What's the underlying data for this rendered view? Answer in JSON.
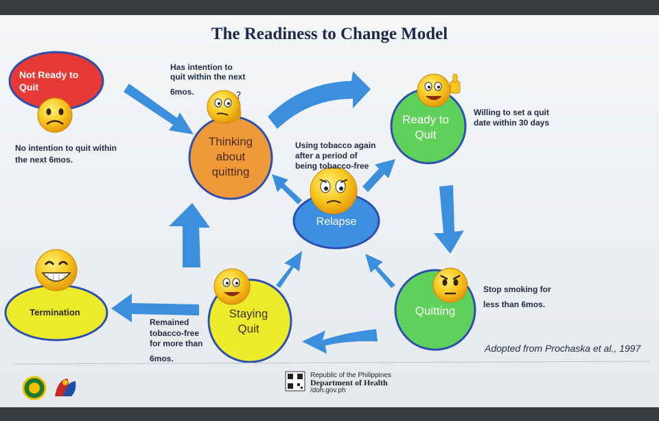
{
  "title": "The Readiness to Change Model",
  "stages": {
    "not_ready": "Not Ready to Quit",
    "thinking": "Thinking about quitting",
    "ready": "Ready to Quit",
    "quitting": "Quitting",
    "staying": "Staying Quit",
    "termination": "Termination",
    "relapse": "Relapse"
  },
  "descriptions": {
    "not_ready": "No intention to quit within the next 6mos.",
    "thinking_l1": "Has intention to",
    "thinking_l2": "quit within the next",
    "thinking_l3": "6mos.",
    "ready_l1": "Willing to set a quit",
    "ready_l2": "date within 30 days",
    "relapse_l1": "Using tobacco again",
    "relapse_l2": "after a period of",
    "relapse_l3": "being tobacco-free",
    "quitting_l1": "Stop smoking for",
    "quitting_l2": "less than 6mos.",
    "staying_l1": "Remained",
    "staying_l2": "tobacco-free",
    "staying_l3": "for more than",
    "staying_l4": "6mos."
  },
  "credit": "Adopted from Prochaska et al., 1997",
  "footer": {
    "republic": "Republic of the Philippines",
    "department": "Department of Health",
    "url": "/doh.gov.ph"
  },
  "colors": {
    "red": "#e53935",
    "orange": "#ef9a3a",
    "green": "#5fd15a",
    "yellow": "#ecea2a",
    "blue": "#3d8fe0",
    "arrow": "#3b8fdc",
    "outline": "#2a4fb0"
  }
}
